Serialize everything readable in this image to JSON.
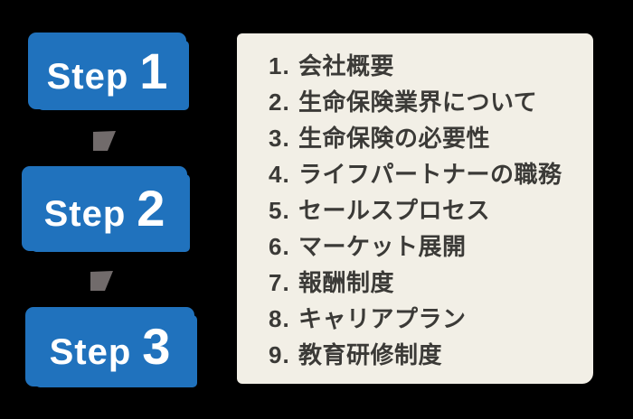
{
  "colors": {
    "background": "#000000",
    "step_blue": "#2072BD",
    "step_text": "#FFFFFF",
    "arrow_gray": "#716B6B",
    "panel_bg": "#F2EFE6",
    "list_text": "#3B3A37"
  },
  "steps": [
    {
      "label": "Step",
      "number": "1"
    },
    {
      "label": "Step",
      "number": "2"
    },
    {
      "label": "Step",
      "number": "3"
    }
  ],
  "agenda": {
    "items": [
      {
        "num": "1.",
        "text": "会社概要"
      },
      {
        "num": "2.",
        "text": "生命保険業界について"
      },
      {
        "num": "3.",
        "text": "生命保険の必要性"
      },
      {
        "num": "4.",
        "text": "ライフパートナーの職務"
      },
      {
        "num": "5.",
        "text": "セールスプロセス"
      },
      {
        "num": "6.",
        "text": "マーケット展開"
      },
      {
        "num": "7.",
        "text": "報酬制度"
      },
      {
        "num": "8.",
        "text": "キャリアプラン"
      },
      {
        "num": "9.",
        "text": "教育研修制度"
      }
    ]
  }
}
